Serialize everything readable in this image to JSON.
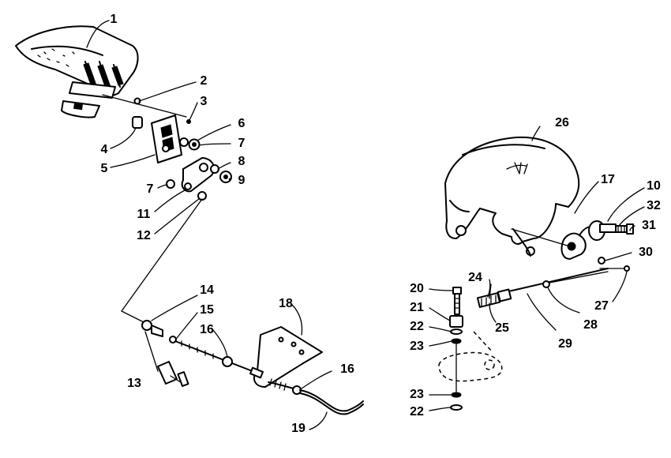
{
  "diagram": {
    "callouts": [
      {
        "id": "p1",
        "text": "1"
      },
      {
        "id": "p2",
        "text": "2"
      },
      {
        "id": "p3",
        "text": "3"
      },
      {
        "id": "p4",
        "text": "4"
      },
      {
        "id": "p5",
        "text": "5"
      },
      {
        "id": "p6",
        "text": "6"
      },
      {
        "id": "p7a",
        "text": "7"
      },
      {
        "id": "p7b",
        "text": "7"
      },
      {
        "id": "p8",
        "text": "8"
      },
      {
        "id": "p9",
        "text": "9"
      },
      {
        "id": "p11",
        "text": "11"
      },
      {
        "id": "p12",
        "text": "12"
      },
      {
        "id": "p13",
        "text": "13"
      },
      {
        "id": "p14",
        "text": "14"
      },
      {
        "id": "p15",
        "text": "15"
      },
      {
        "id": "p16a",
        "text": "16"
      },
      {
        "id": "p16b",
        "text": "16"
      },
      {
        "id": "p18",
        "text": "18"
      },
      {
        "id": "p19",
        "text": "19"
      },
      {
        "id": "p26",
        "text": "26"
      },
      {
        "id": "p17",
        "text": "17"
      },
      {
        "id": "p10",
        "text": "10"
      },
      {
        "id": "p32",
        "text": "32"
      },
      {
        "id": "p31",
        "text": "31"
      },
      {
        "id": "p30",
        "text": "30"
      },
      {
        "id": "p24",
        "text": "24"
      },
      {
        "id": "p20",
        "text": "20"
      },
      {
        "id": "p21",
        "text": "21"
      },
      {
        "id": "p22a",
        "text": "22"
      },
      {
        "id": "p23a",
        "text": "23"
      },
      {
        "id": "p25",
        "text": "25"
      },
      {
        "id": "p27",
        "text": "27"
      },
      {
        "id": "p28",
        "text": "28"
      },
      {
        "id": "p29",
        "text": "29"
      },
      {
        "id": "p23b",
        "text": "23"
      },
      {
        "id": "p22b",
        "text": "22"
      }
    ]
  }
}
